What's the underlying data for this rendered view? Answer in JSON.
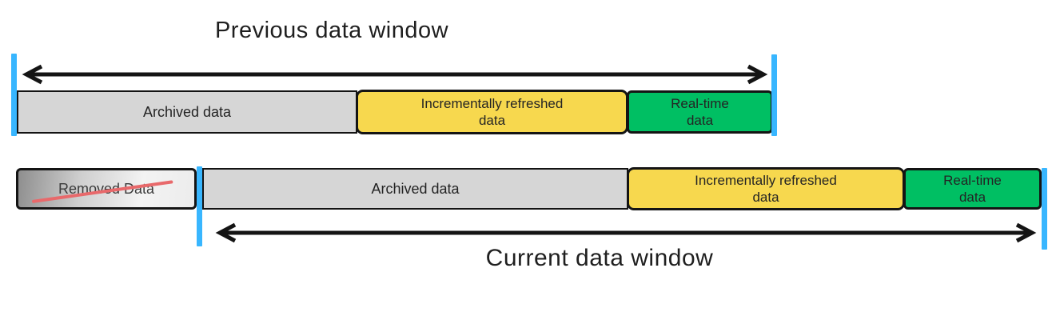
{
  "colors": {
    "segment_gray": "#D6D6D6",
    "segment_yellow": "#F7D84E",
    "segment_green": "#00BF63",
    "marker_blue": "#38B6FF",
    "strike_red": "#E8696B"
  },
  "previous_window": {
    "title": "Previous data window",
    "segments": {
      "archived": "Archived data",
      "incremental": "Incrementally refreshed\ndata",
      "realtime": "Real-time\ndata"
    }
  },
  "current_window": {
    "title": "Current data window",
    "removed": "Removed Data",
    "segments": {
      "archived": "Archived data",
      "incremental": "Incrementally refreshed\ndata",
      "realtime": "Real-time\ndata"
    }
  }
}
